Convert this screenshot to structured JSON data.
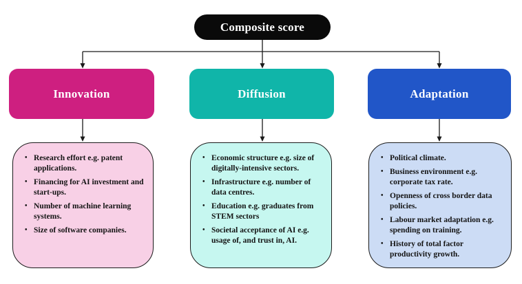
{
  "diagram": {
    "root": {
      "label": "Composite score",
      "bg_color": "#0a0a0a",
      "text_color": "#ffffff"
    },
    "line_color": "#1a1a1a",
    "branches": [
      {
        "id": "innovation",
        "label": "Innovation",
        "header_color": "#ce1f80",
        "panel_color": "#f8d0e6",
        "items": [
          "Research effort e.g. patent applications.",
          "Financing for AI investment and start-ups.",
          "Number of machine learning systems.",
          "Size of software companies."
        ]
      },
      {
        "id": "diffusion",
        "label": "Diffusion",
        "header_color": "#10b5a9",
        "panel_color": "#c6f7f0",
        "items": [
          "Economic structure e.g. size of digitally-intensive sectors.",
          "Infrastructure e.g. number of data centres.",
          "Education e.g. graduates from STEM sectors",
          "Societal acceptance of AI e.g. usage of, and trust in, AI."
        ]
      },
      {
        "id": "adaptation",
        "label": "Adaptation",
        "header_color": "#2156c8",
        "panel_color": "#ccdcf5",
        "items": [
          "Political climate.",
          "Business environment e.g. corporate tax rate.",
          "Openness of cross border data policies.",
          "Labour market adaptation e.g. spending on training.",
          "History of total factor productivity growth."
        ]
      }
    ]
  }
}
